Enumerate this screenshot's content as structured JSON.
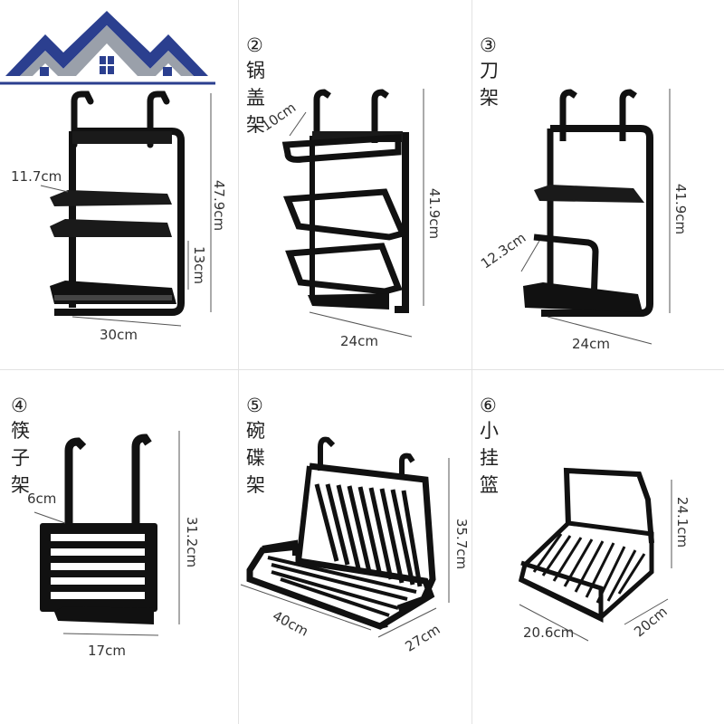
{
  "colors": {
    "rack": "#111111",
    "rack_edge": "#3a3a3a",
    "dim_line": "#555555",
    "logo_blue": "#2b3f8f",
    "logo_gray": "#7a7a7a",
    "divider": "#e2e2e2"
  },
  "logo": {
    "icon": "house-roofs-logo-icon"
  },
  "cells": [
    {
      "id": "hanging-shelf",
      "title": "",
      "dims": [
        "11.7cm",
        "47.9cm",
        "13cm",
        "30cm"
      ]
    },
    {
      "id": "lid-rack",
      "title": "②锅盖架",
      "dims": [
        "10cm",
        "41.9cm",
        "24cm"
      ]
    },
    {
      "id": "knife-rack",
      "title": "③刀架",
      "dims": [
        "12.3cm",
        "41.9cm",
        "24cm"
      ]
    },
    {
      "id": "chopstick-rack",
      "title": "④筷子架",
      "dims": [
        "6cm",
        "31.2cm",
        "17cm"
      ]
    },
    {
      "id": "dish-rack",
      "title": "⑤碗碟架",
      "dims": [
        "35.7cm",
        "40cm",
        "27cm"
      ]
    },
    {
      "id": "small-basket",
      "title": "⑥小挂篮",
      "dims": [
        "24.1cm",
        "20.6cm",
        "20cm"
      ]
    }
  ]
}
